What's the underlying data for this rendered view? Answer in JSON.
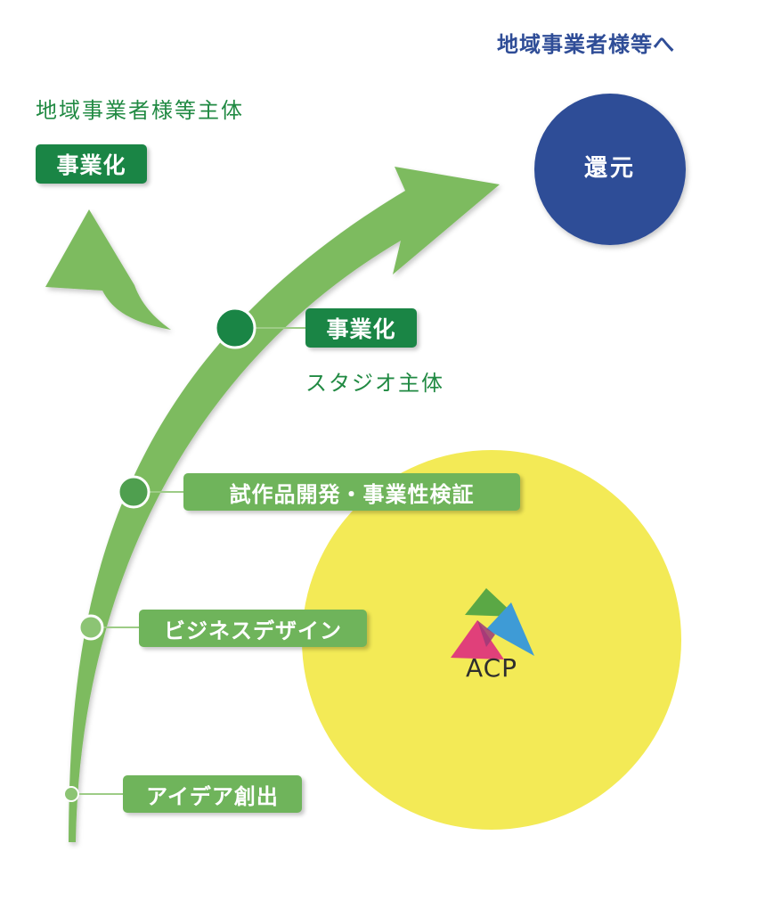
{
  "texts": {
    "regional_return_heading": "地域事業者様等へ",
    "regional_led_heading": "地域事業者様等主体",
    "studio_led_heading": "スタジオ主体",
    "return_label": "還元",
    "acp_logo_text": "ACP"
  },
  "stages": [
    {
      "label": "アイデア創出"
    },
    {
      "label": "ビジネスデザイン"
    },
    {
      "label": "試作品開発・事業性検証"
    },
    {
      "label": "事業化"
    }
  ],
  "regional_commercialization": {
    "label": "事業化"
  },
  "colors": {
    "arrow_green": "#7dbb5f",
    "dark_green": "#1a8545",
    "light_green": "#6fb45b",
    "navy": "#2f4d97",
    "yellow": "#f3ea56"
  }
}
